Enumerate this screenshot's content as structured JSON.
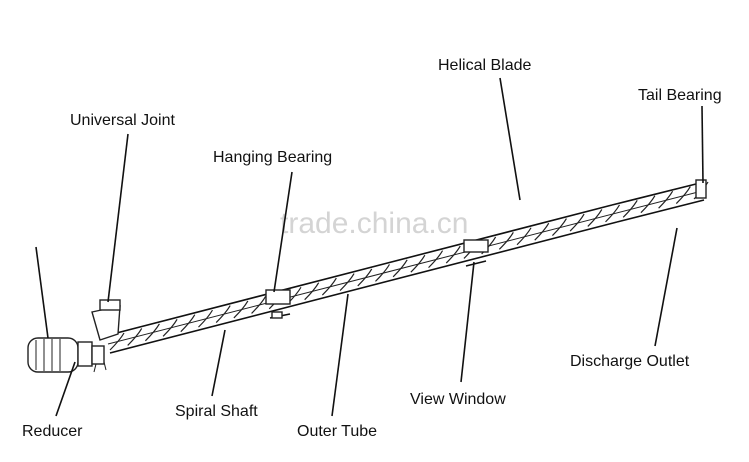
{
  "labels": {
    "helical_blade": "Helical Blade",
    "tail_bearing": "Tail Bearing",
    "universal_joint": "Universal Joint",
    "hanging_bearing": "Hanging Bearing",
    "discharge_outlet": "Discharge Outlet",
    "reducer": "Reducer",
    "spiral_shaft": "Spiral Shaft",
    "outer_tube": "Outer Tube",
    "view_window": "View Window"
  },
  "watermark": "trade.china.cn",
  "colors": {
    "line": "#111111",
    "watermark": "#d4d4d4",
    "background": "#ffffff"
  }
}
